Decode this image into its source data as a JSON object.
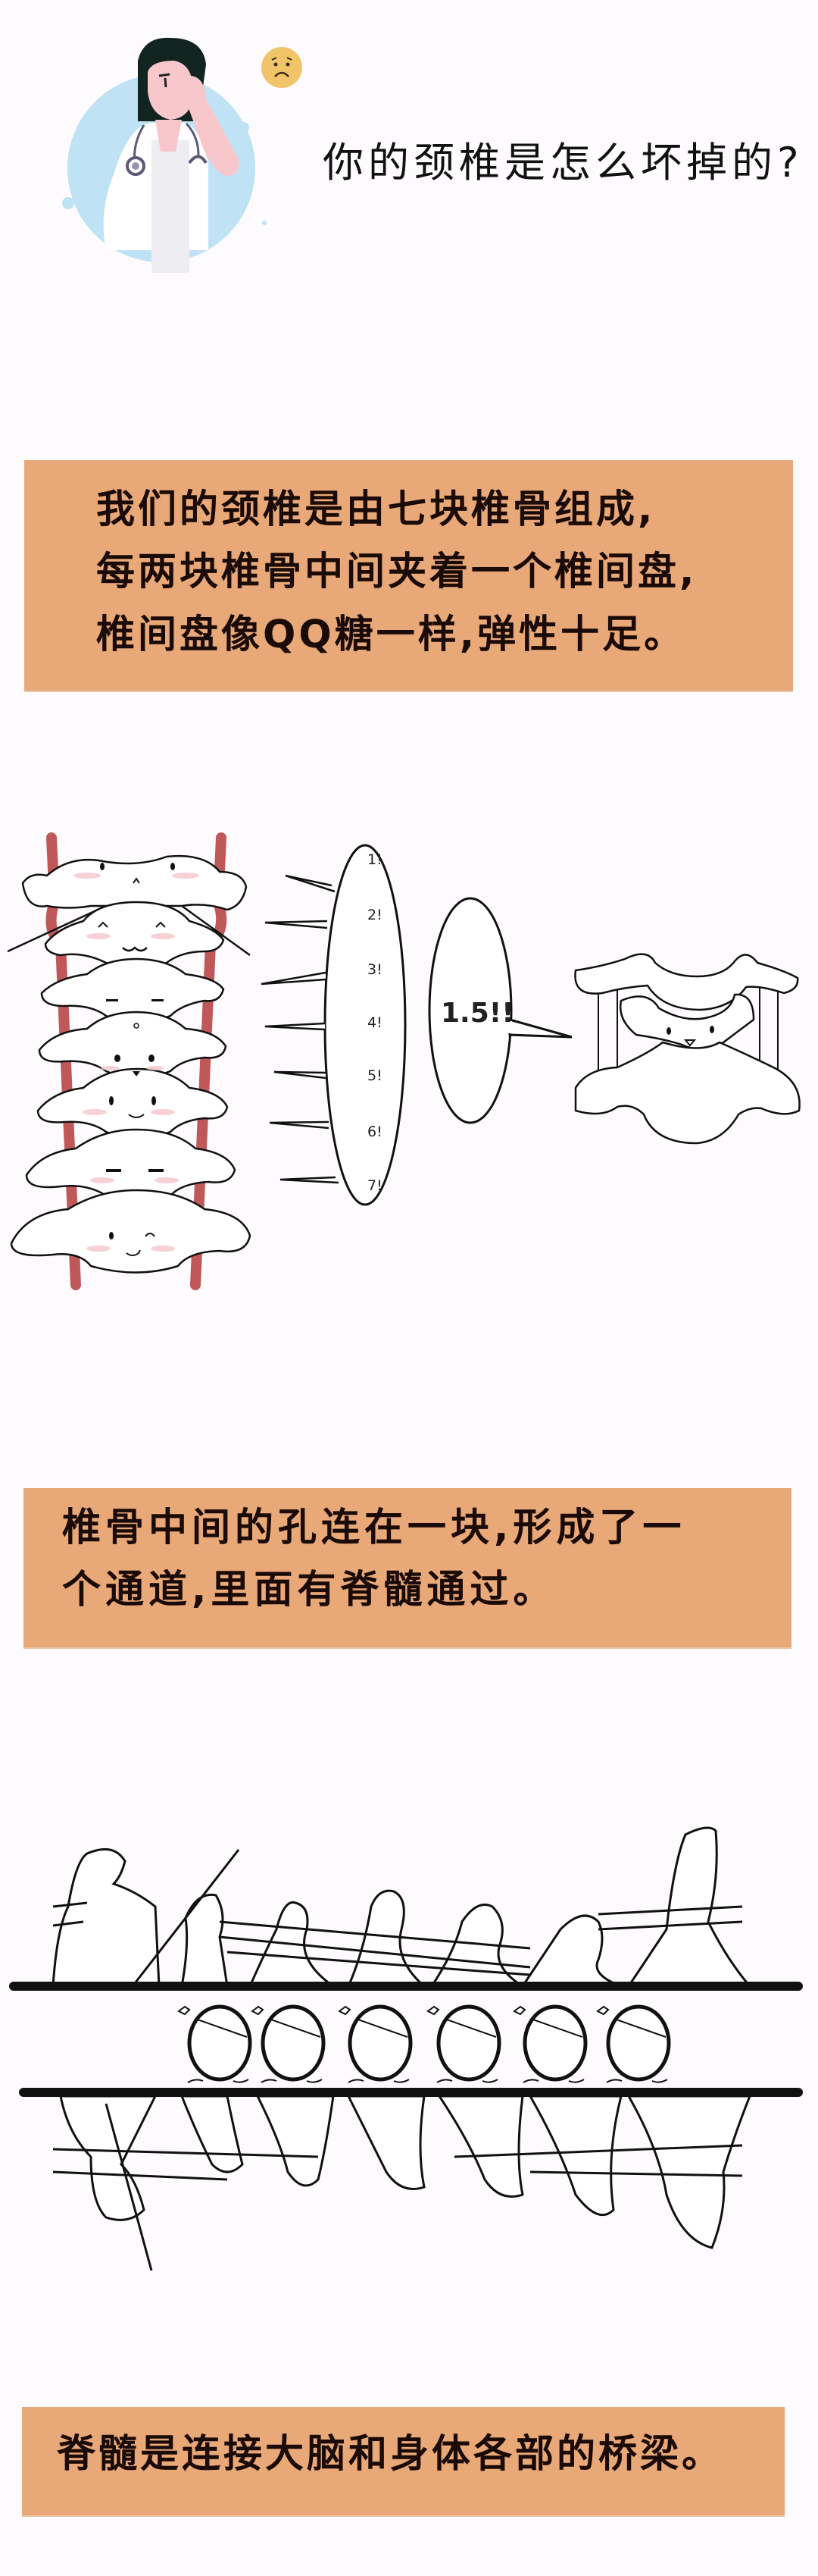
{
  "header": {
    "title": "你的颈椎是怎么坏掉的?",
    "illustration": "doctor-facepalm-icon",
    "emoji": "sad-face-icon"
  },
  "section1": {
    "lines": [
      "我们的颈椎是由七块椎骨组成,",
      "每两块椎骨中间夹着一个椎间盘,",
      "椎间盘像QQ糖一样,弹性十足。"
    ]
  },
  "vertebrae_illustration": {
    "count_bubble": [
      "1!",
      "2!",
      "3!",
      "4!",
      "5!",
      "6!",
      "7!"
    ],
    "disc_bubble": "1.5!!"
  },
  "section2": {
    "lines": [
      "椎骨中间的孔连在一块,形成了一",
      "个通道,里面有脊髓通过。"
    ]
  },
  "spinal_cord_illustration": {
    "character_count": 6
  },
  "section3": {
    "lines": [
      "脊髓是连接大脑和身体各部的桥梁。"
    ]
  },
  "colors": {
    "box_bg": "#E9A877",
    "text": "#1A0A08",
    "artery": "#C0585A",
    "circle_bg": "#BFE3F4",
    "emoji": "#F2C46A"
  }
}
